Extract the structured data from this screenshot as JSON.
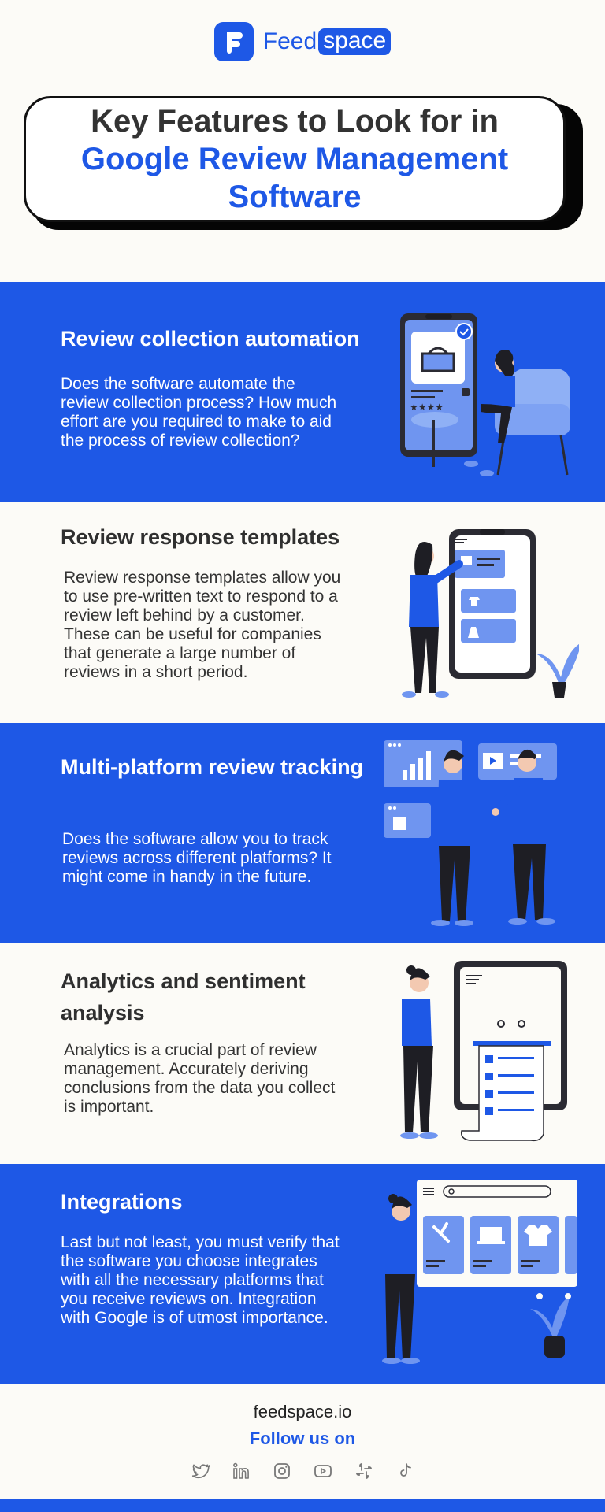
{
  "brand": {
    "name_prefix": "Feed",
    "name_suffix": "space",
    "logo_letter": "F",
    "color": "#1e58e6"
  },
  "header": {
    "line1": "Key Features to Look for in",
    "line2": "Google Review Management",
    "line3": "Software"
  },
  "features": [
    {
      "title": "Review collection automation",
      "body": "Does the software automate the review collection process? How much effort are you required to make to aid the process of review collection?",
      "illustration": "woman-in-armchair-with-phone-review-illustration",
      "rating_glyphs": "★★★★"
    },
    {
      "title": "Review response templates",
      "body": "Review response templates allow you to use pre-written text to respond to a review left behind by a customer. These can be useful for companies that generate a large number of reviews in a short period.",
      "illustration": "woman-pointing-at-phone-templates-illustration"
    },
    {
      "title": "Multi-platform review tracking",
      "body": "Does the software allow you to track reviews across different platforms? It might come in handy in the future.",
      "illustration": "two-people-shaking-hands-platforms-illustration"
    },
    {
      "title": "Analytics and sentiment analysis",
      "body": "Analytics is a crucial part of review management. Accurately deriving conclusions from the data you collect is important.",
      "illustration": "woman-thinking-beside-checklist-screen-illustration"
    },
    {
      "title": "Integrations",
      "body": "Last but not least, you must verify that the software you choose integrates with all the necessary platforms that you receive reviews on. Integration with Google is of utmost importance.",
      "illustration": "woman-thinking-beside-app-store-screen-illustration"
    }
  ],
  "footer": {
    "url": "feedspace.io",
    "follow": "Follow us on",
    "socials": [
      "twitter-icon",
      "linkedin-icon",
      "instagram-icon",
      "youtube-icon",
      "slack-icon",
      "tiktok-icon"
    ]
  },
  "colors": {
    "primary_blue": "#1e58e6",
    "light_blue": "#6f95f0",
    "dark": "#2b2b33",
    "cream": "#fcfbf7"
  }
}
